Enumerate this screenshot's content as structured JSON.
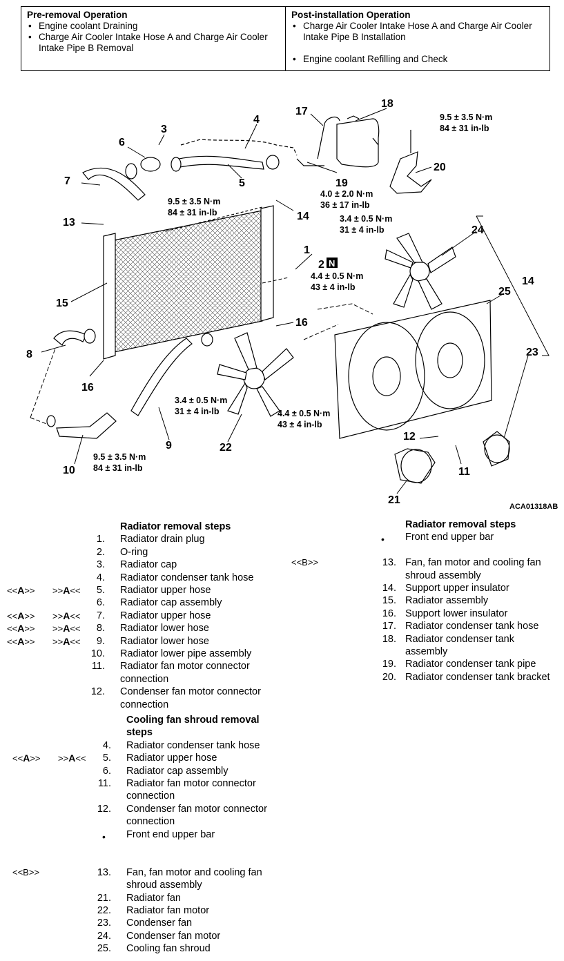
{
  "pre_removal": {
    "title": "Pre-removal Operation",
    "items": [
      "Engine coolant Draining",
      "Charge Air Cooler Intake Hose A and Charge Air Cooler Intake Pipe B Removal"
    ]
  },
  "post_installation": {
    "title": "Post-installation Operation",
    "items": [
      "Charge Air Cooler Intake Hose A and Charge Air Cooler Intake Pipe B Installation",
      "Engine coolant Refilling and Check"
    ]
  },
  "diagram": {
    "figure_code": "ACA01318AB",
    "callouts": [
      "1",
      "2",
      "3",
      "4",
      "5",
      "6",
      "7",
      "8",
      "9",
      "10",
      "11",
      "12",
      "13",
      "14",
      "14",
      "15",
      "16",
      "16",
      "17",
      "18",
      "19",
      "20",
      "21",
      "22",
      "23",
      "24",
      "25"
    ],
    "o_ring_mark": "N",
    "torques": [
      {
        "nm": "9.5 ± 3.5 N·m",
        "inlb": "84 ± 31 in-lb"
      },
      {
        "nm": "4.0 ± 2.0 N·m",
        "inlb": "36 ± 17 in-lb"
      },
      {
        "nm": "9.5 ± 3.5 N·m",
        "inlb": "84 ± 31 in-lb"
      },
      {
        "nm": "3.4 ± 0.5 N·m",
        "inlb": "31 ± 4 in-lb"
      },
      {
        "nm": "4.4 ± 0.5 N·m",
        "inlb": "43 ± 4 in-lb"
      },
      {
        "nm": "3.4 ± 0.5 N·m",
        "inlb": "31 ± 4 in-lb"
      },
      {
        "nm": "4.4 ± 0.5 N·m",
        "inlb": "43 ± 4 in-lb"
      },
      {
        "nm": "9.5 ± 3.5 N·m",
        "inlb": "84 ± 31 in-lb"
      }
    ]
  },
  "radiator_steps": {
    "title": "Radiator removal steps",
    "mark_a_left": "<<",
    "mark_a_letter": "A",
    "mark_a_right": ">>",
    "mark_a2_left": ">>",
    "mark_a2_right": "<<",
    "items": [
      {
        "num": "1.",
        "text": "Radiator drain plug"
      },
      {
        "num": "2.",
        "text": "O-ring"
      },
      {
        "num": "3.",
        "text": "Radiator cap"
      },
      {
        "num": "4.",
        "text": "Radiator condenser tank hose"
      },
      {
        "num": "5.",
        "text": "Radiator upper hose"
      },
      {
        "num": "6.",
        "text": "Radiator cap assembly"
      },
      {
        "num": "7.",
        "text": "Radiator upper hose"
      },
      {
        "num": "8.",
        "text": "Radiator lower hose"
      },
      {
        "num": "9.",
        "text": "Radiator lower hose"
      },
      {
        "num": "10.",
        "text": "Radiator lower pipe assembly"
      },
      {
        "num": "11.",
        "text": "Radiator fan motor connector connection"
      },
      {
        "num": "12.",
        "text": "Condenser fan motor connector connection"
      }
    ]
  },
  "radiator_steps_2": {
    "title": "Radiator removal steps",
    "bullet": "•",
    "bullet_item": "Front end upper bar",
    "mark_b": "<<B>>",
    "items": [
      {
        "num": "13.",
        "text": "Fan, fan motor and cooling fan shroud assembly"
      },
      {
        "num": "14.",
        "text": "Support upper insulator"
      },
      {
        "num": "15.",
        "text": "Radiator assembly"
      },
      {
        "num": "16.",
        "text": "Support lower insulator"
      },
      {
        "num": "17.",
        "text": "Radiator condenser tank hose"
      },
      {
        "num": "18.",
        "text": "Radiator condenser tank assembly"
      },
      {
        "num": "19.",
        "text": "Radiator condenser tank pipe"
      },
      {
        "num": "20.",
        "text": "Radiator condenser tank bracket"
      }
    ]
  },
  "shroud_steps": {
    "title": "Cooling fan shroud removal steps",
    "mark_b": "<<B>>",
    "bullet": "•",
    "bullet_item": "Front end upper bar",
    "items_before": [
      {
        "num": "4.",
        "text": "Radiator condenser tank hose"
      },
      {
        "num": "5.",
        "text": "Radiator upper hose"
      },
      {
        "num": "6.",
        "text": "Radiator cap assembly"
      },
      {
        "num": "11.",
        "text": "Radiator fan motor connector connection"
      },
      {
        "num": "12.",
        "text": "Condenser fan motor connector connection"
      }
    ],
    "items_after": [
      {
        "num": "13.",
        "text": "Fan, fan motor and cooling fan shroud assembly"
      },
      {
        "num": "21.",
        "text": "Radiator fan"
      },
      {
        "num": "22.",
        "text": "Radiator fan motor"
      },
      {
        "num": "23.",
        "text": "Condenser fan"
      },
      {
        "num": "24.",
        "text": "Condenser fan motor"
      },
      {
        "num": "25.",
        "text": "Cooling fan shroud"
      }
    ]
  }
}
